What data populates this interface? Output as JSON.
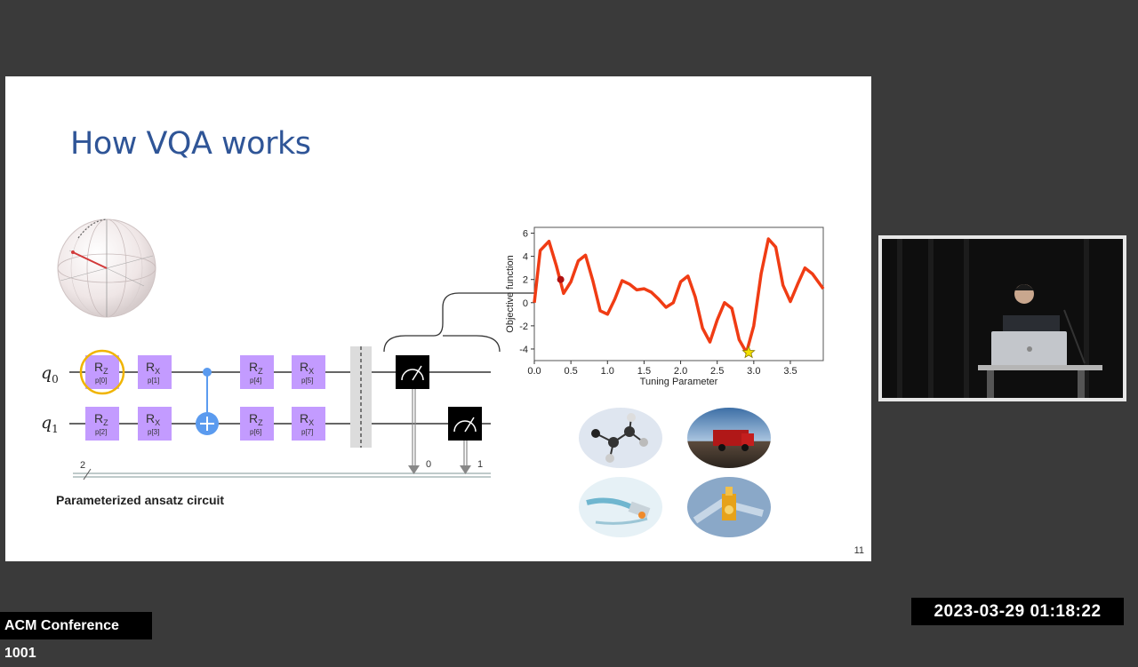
{
  "slide": {
    "title": "How VQA works",
    "number": "11",
    "circuit_caption": "Parameterized ansatz circuit"
  },
  "circuit": {
    "qubits": [
      "q",
      "q"
    ],
    "qubit_indices": [
      "0",
      "1"
    ],
    "gates_q0": [
      {
        "name": "R",
        "sub": "Z",
        "param": "p[0]",
        "highlighted": true
      },
      {
        "name": "R",
        "sub": "X",
        "param": "p[1]"
      },
      {
        "name": "R",
        "sub": "Z",
        "param": "p[4]"
      },
      {
        "name": "R",
        "sub": "X",
        "param": "p[5]"
      }
    ],
    "gates_q1": [
      {
        "name": "R",
        "sub": "Z",
        "param": "p[2]"
      },
      {
        "name": "R",
        "sub": "X",
        "param": "p[3]"
      },
      {
        "name": "R",
        "sub": "Z",
        "param": "p[6]"
      },
      {
        "name": "R",
        "sub": "X",
        "param": "p[7]"
      }
    ],
    "classical_register_size": "2",
    "measure_bits": [
      "0",
      "1"
    ],
    "gate_color": "#c39bff",
    "highlight_color": "#f0b400"
  },
  "chart_data": {
    "type": "line",
    "ylabel": "Objective function",
    "xlabel": "Tuning Parameter",
    "xticks": [
      "0.0",
      "0.5",
      "1.0",
      "1.5",
      "2.0",
      "2.5",
      "3.0",
      "3.5"
    ],
    "yticks": [
      "6",
      "4",
      "2",
      "0",
      "-2",
      "-4"
    ],
    "xlim": [
      0,
      3.95
    ],
    "ylim": [
      -5,
      6.5
    ],
    "series": [
      {
        "color": "#f03c14",
        "x": [
          0.0,
          0.08,
          0.2,
          0.3,
          0.4,
          0.5,
          0.6,
          0.7,
          0.8,
          0.9,
          1.0,
          1.1,
          1.2,
          1.3,
          1.4,
          1.5,
          1.6,
          1.7,
          1.8,
          1.9,
          2.0,
          2.1,
          2.2,
          2.3,
          2.4,
          2.5,
          2.6,
          2.7,
          2.8,
          2.9,
          3.0,
          3.1,
          3.2,
          3.3,
          3.4,
          3.5,
          3.6,
          3.7,
          3.8,
          3.95
        ],
        "values": [
          0.0,
          4.5,
          5.3,
          3.2,
          0.8,
          1.8,
          3.6,
          4.1,
          1.9,
          -0.7,
          -1.0,
          0.3,
          1.9,
          1.6,
          1.1,
          1.2,
          0.9,
          0.3,
          -0.4,
          0.0,
          1.8,
          2.3,
          0.5,
          -2.2,
          -3.4,
          -1.5,
          0.0,
          -0.5,
          -3.2,
          -4.3,
          -2.0,
          2.5,
          5.5,
          4.8,
          1.5,
          0.1,
          1.6,
          3.0,
          2.5,
          1.2
        ]
      }
    ],
    "markers": [
      {
        "x": 0.36,
        "y": 2.0,
        "kind": "dot",
        "color": "#b01010"
      },
      {
        "x": 2.93,
        "y": -4.3,
        "kind": "star",
        "color": "#f2e000"
      }
    ],
    "grid": false
  },
  "presenter": {
    "conference_label": "ACM Conference 1001",
    "timestamp": "2023-03-29  01:18:22"
  },
  "icons": [
    "bloch-sphere-icon",
    "measure-icon",
    "cnot-icon",
    "chemistry-image",
    "truck-image",
    "lab-image",
    "finance-image"
  ]
}
